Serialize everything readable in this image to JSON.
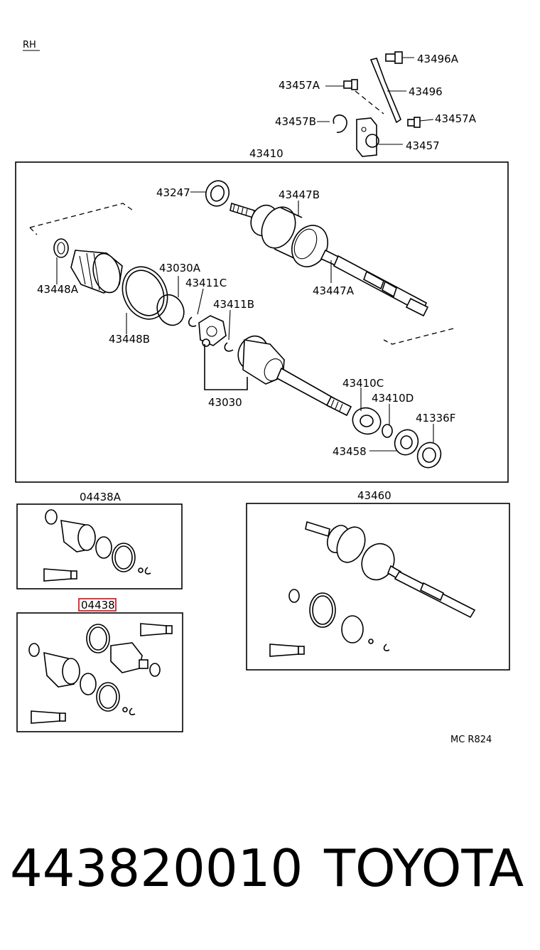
{
  "header": {
    "side_label": "RH"
  },
  "main_box": {
    "title": "43410"
  },
  "bracket_parts": [
    {
      "id": "b1",
      "label": "43496A"
    },
    {
      "id": "b2",
      "label": "43457A"
    },
    {
      "id": "b3",
      "label": "43496"
    },
    {
      "id": "b4",
      "label": "43457B"
    },
    {
      "id": "b5",
      "label": "43457A"
    },
    {
      "id": "b6",
      "label": "43457"
    }
  ],
  "shaft_parts": [
    {
      "id": "p1",
      "label": "43247"
    },
    {
      "id": "p2",
      "label": "43447B"
    },
    {
      "id": "p3",
      "label": "43448A"
    },
    {
      "id": "p4",
      "label": "43030A"
    },
    {
      "id": "p5",
      "label": "43411C"
    },
    {
      "id": "p6",
      "label": "43447A"
    },
    {
      "id": "p7",
      "label": "43411B"
    },
    {
      "id": "p8",
      "label": "43448B"
    },
    {
      "id": "p9",
      "label": "43030"
    },
    {
      "id": "p10",
      "label": "43410C"
    },
    {
      "id": "p11",
      "label": "43410D"
    },
    {
      "id": "p12",
      "label": "41336F"
    },
    {
      "id": "p13",
      "label": "43458"
    }
  ],
  "kits": {
    "kit_a": {
      "title": "04438A"
    },
    "kit_b": {
      "title": "04438"
    },
    "kit_c": {
      "title": "43460"
    }
  },
  "highlight_color": "#d8202a",
  "footer": {
    "catalog_code": "MC R824",
    "part_number": "443820010",
    "brand": "TOYOTA"
  }
}
